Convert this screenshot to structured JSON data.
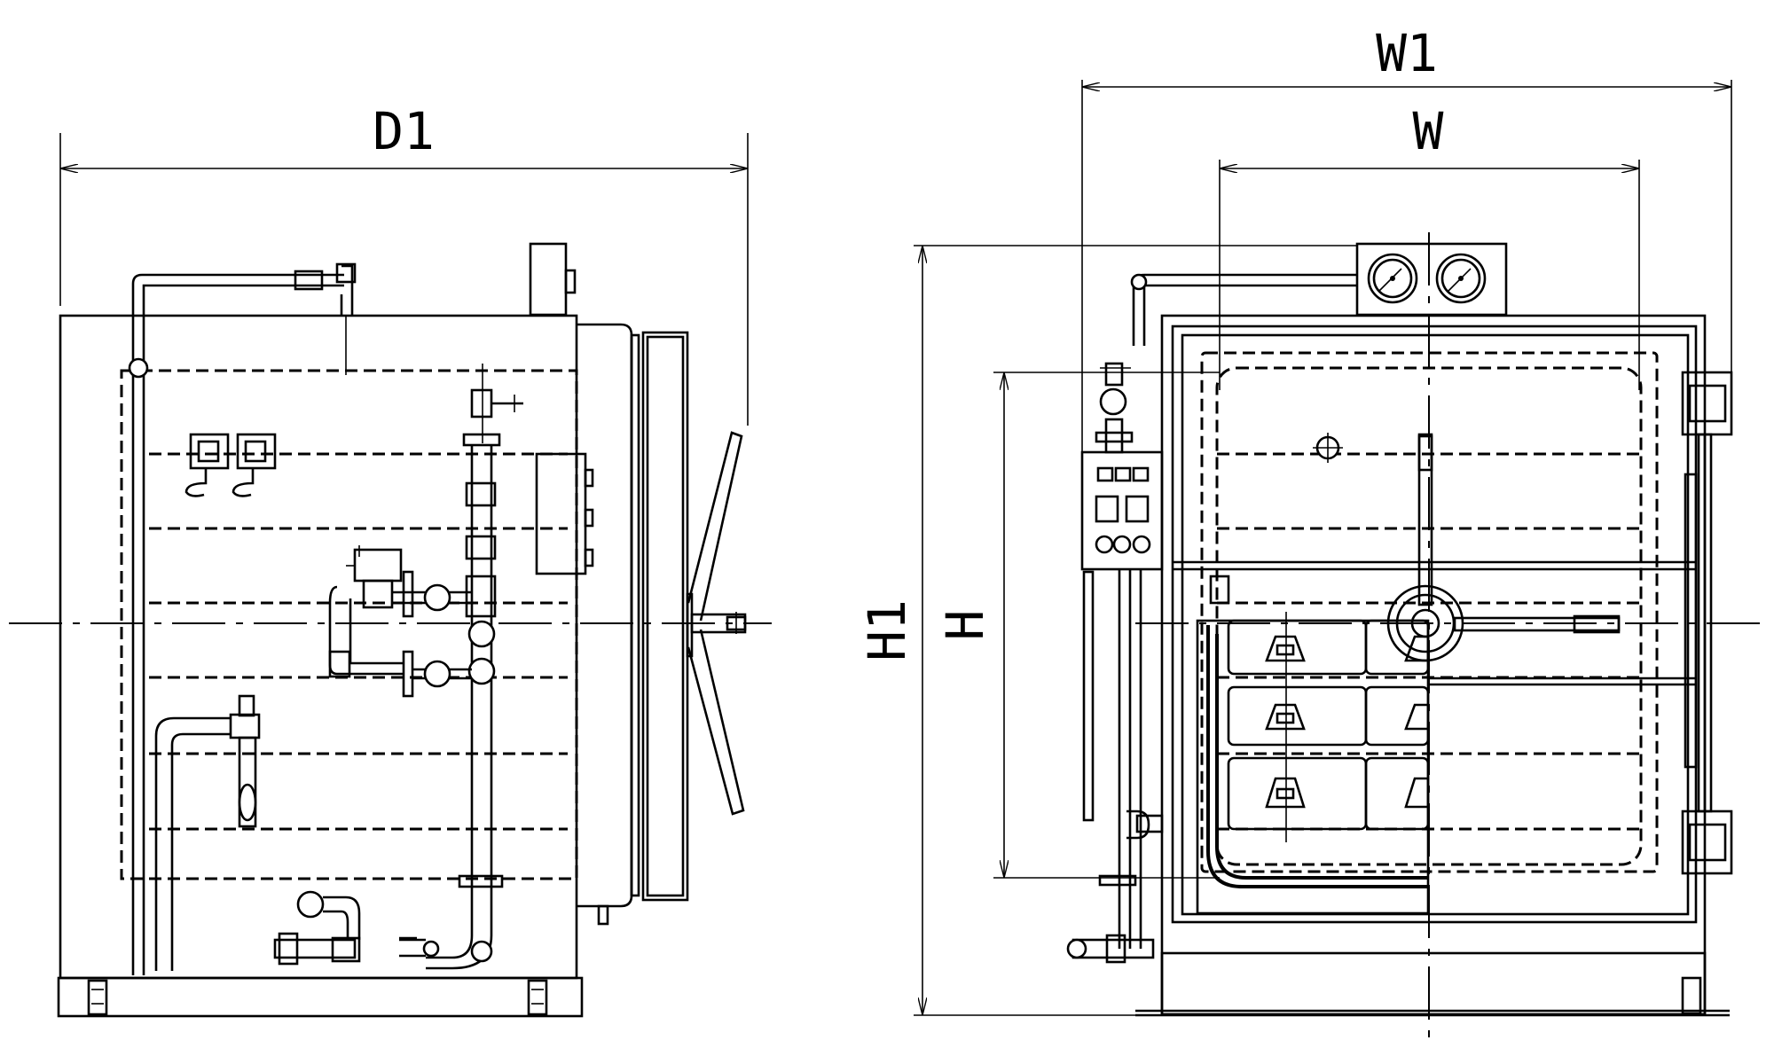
{
  "dimensions": {
    "D1": "D1",
    "W1": "W1",
    "W": "W",
    "H1": "H1",
    "H": "H"
  }
}
